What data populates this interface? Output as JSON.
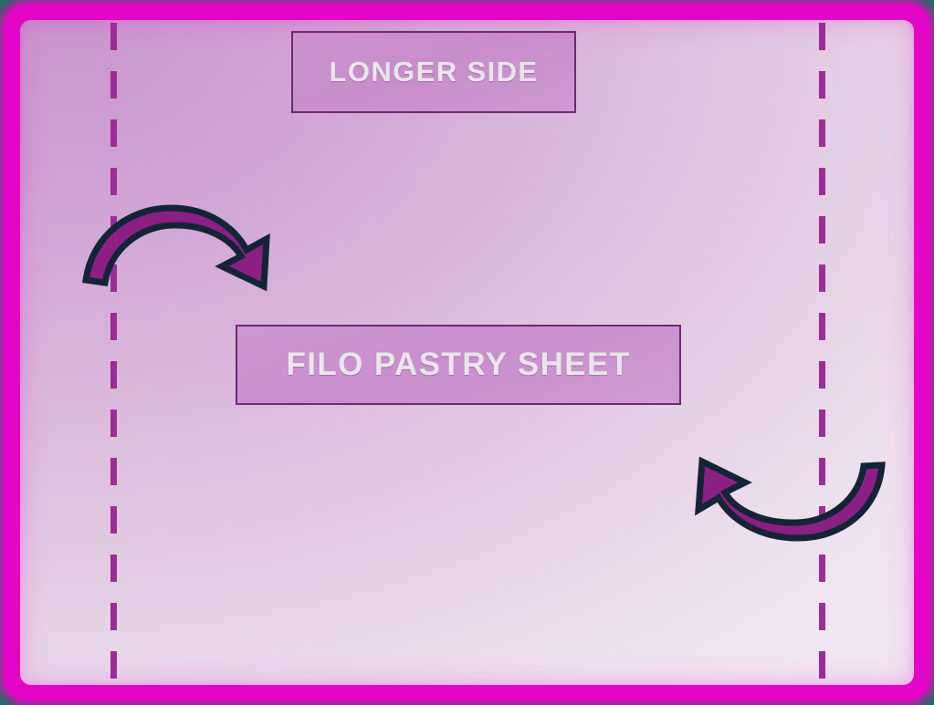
{
  "diagram": {
    "title": "Filo pastry sheet folding diagram",
    "frame": {
      "border_color": "#e406c6",
      "glow_color": "#e406c6"
    },
    "sheet": {
      "name": "filo-pastry-sheet",
      "gradient_from": "#c998cd",
      "gradient_to": "#f1e7f2"
    },
    "labels": [
      {
        "id": "longer-side",
        "text": "LONGER SIDE",
        "text_color": "#e9e6ea",
        "border_color": "#6e2a70",
        "fill_color": "#cd94d0"
      },
      {
        "id": "filo-pastry-sheet",
        "text": "FILO PASTRY SHEET",
        "text_color": "#e9e6ea",
        "border_color": "#6e2a70",
        "fill_color": "#cd94d0"
      }
    ],
    "fold_lines": [
      {
        "id": "fold-line-left",
        "style": "dashed",
        "color": "#9b2d96",
        "orientation": "vertical"
      },
      {
        "id": "fold-line-right",
        "style": "dashed",
        "color": "#9b2d96",
        "orientation": "vertical"
      }
    ],
    "arrows": [
      {
        "id": "arrow-top-left",
        "description": "curved arrow arcing over the left fold line, pointing right and down",
        "direction": "inward-right",
        "fill_color": "#8b1f84",
        "outline_color": "#142436"
      },
      {
        "id": "arrow-bottom-right",
        "description": "curved arrow arcing under the right fold line, pointing left and up",
        "direction": "inward-left",
        "fill_color": "#8b1f84",
        "outline_color": "#142436"
      }
    ]
  }
}
